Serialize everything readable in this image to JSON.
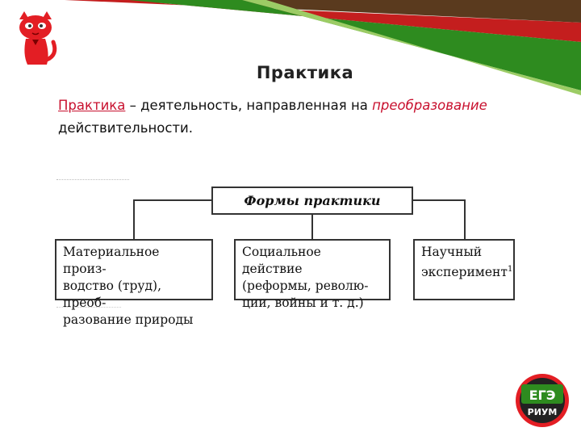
{
  "slide": {
    "title": "Практика",
    "definition": {
      "term": "Практика",
      "dash": " – деятельность, направленная на ",
      "highlight": "преобразование",
      "rest": " действительности."
    }
  },
  "diagram": {
    "root": "Формы практики",
    "children": [
      "Материальное произ-\nводство (труд), преоб-\nразование природы",
      "Социальное действие\n(реформы, револю-\nции, войны и т. д.)",
      "Научный\nэксперимент"
    ],
    "footnote_mark": "1"
  },
  "logo": {
    "text_top": "ЕГЭ",
    "text_bottom": "РИУМ"
  },
  "colors": {
    "accent_red": "#c8102e",
    "banner_green": "#2e7d1f",
    "banner_brown": "#5a3a1e",
    "logo_red": "#e31e24",
    "logo_dark": "#222222"
  }
}
